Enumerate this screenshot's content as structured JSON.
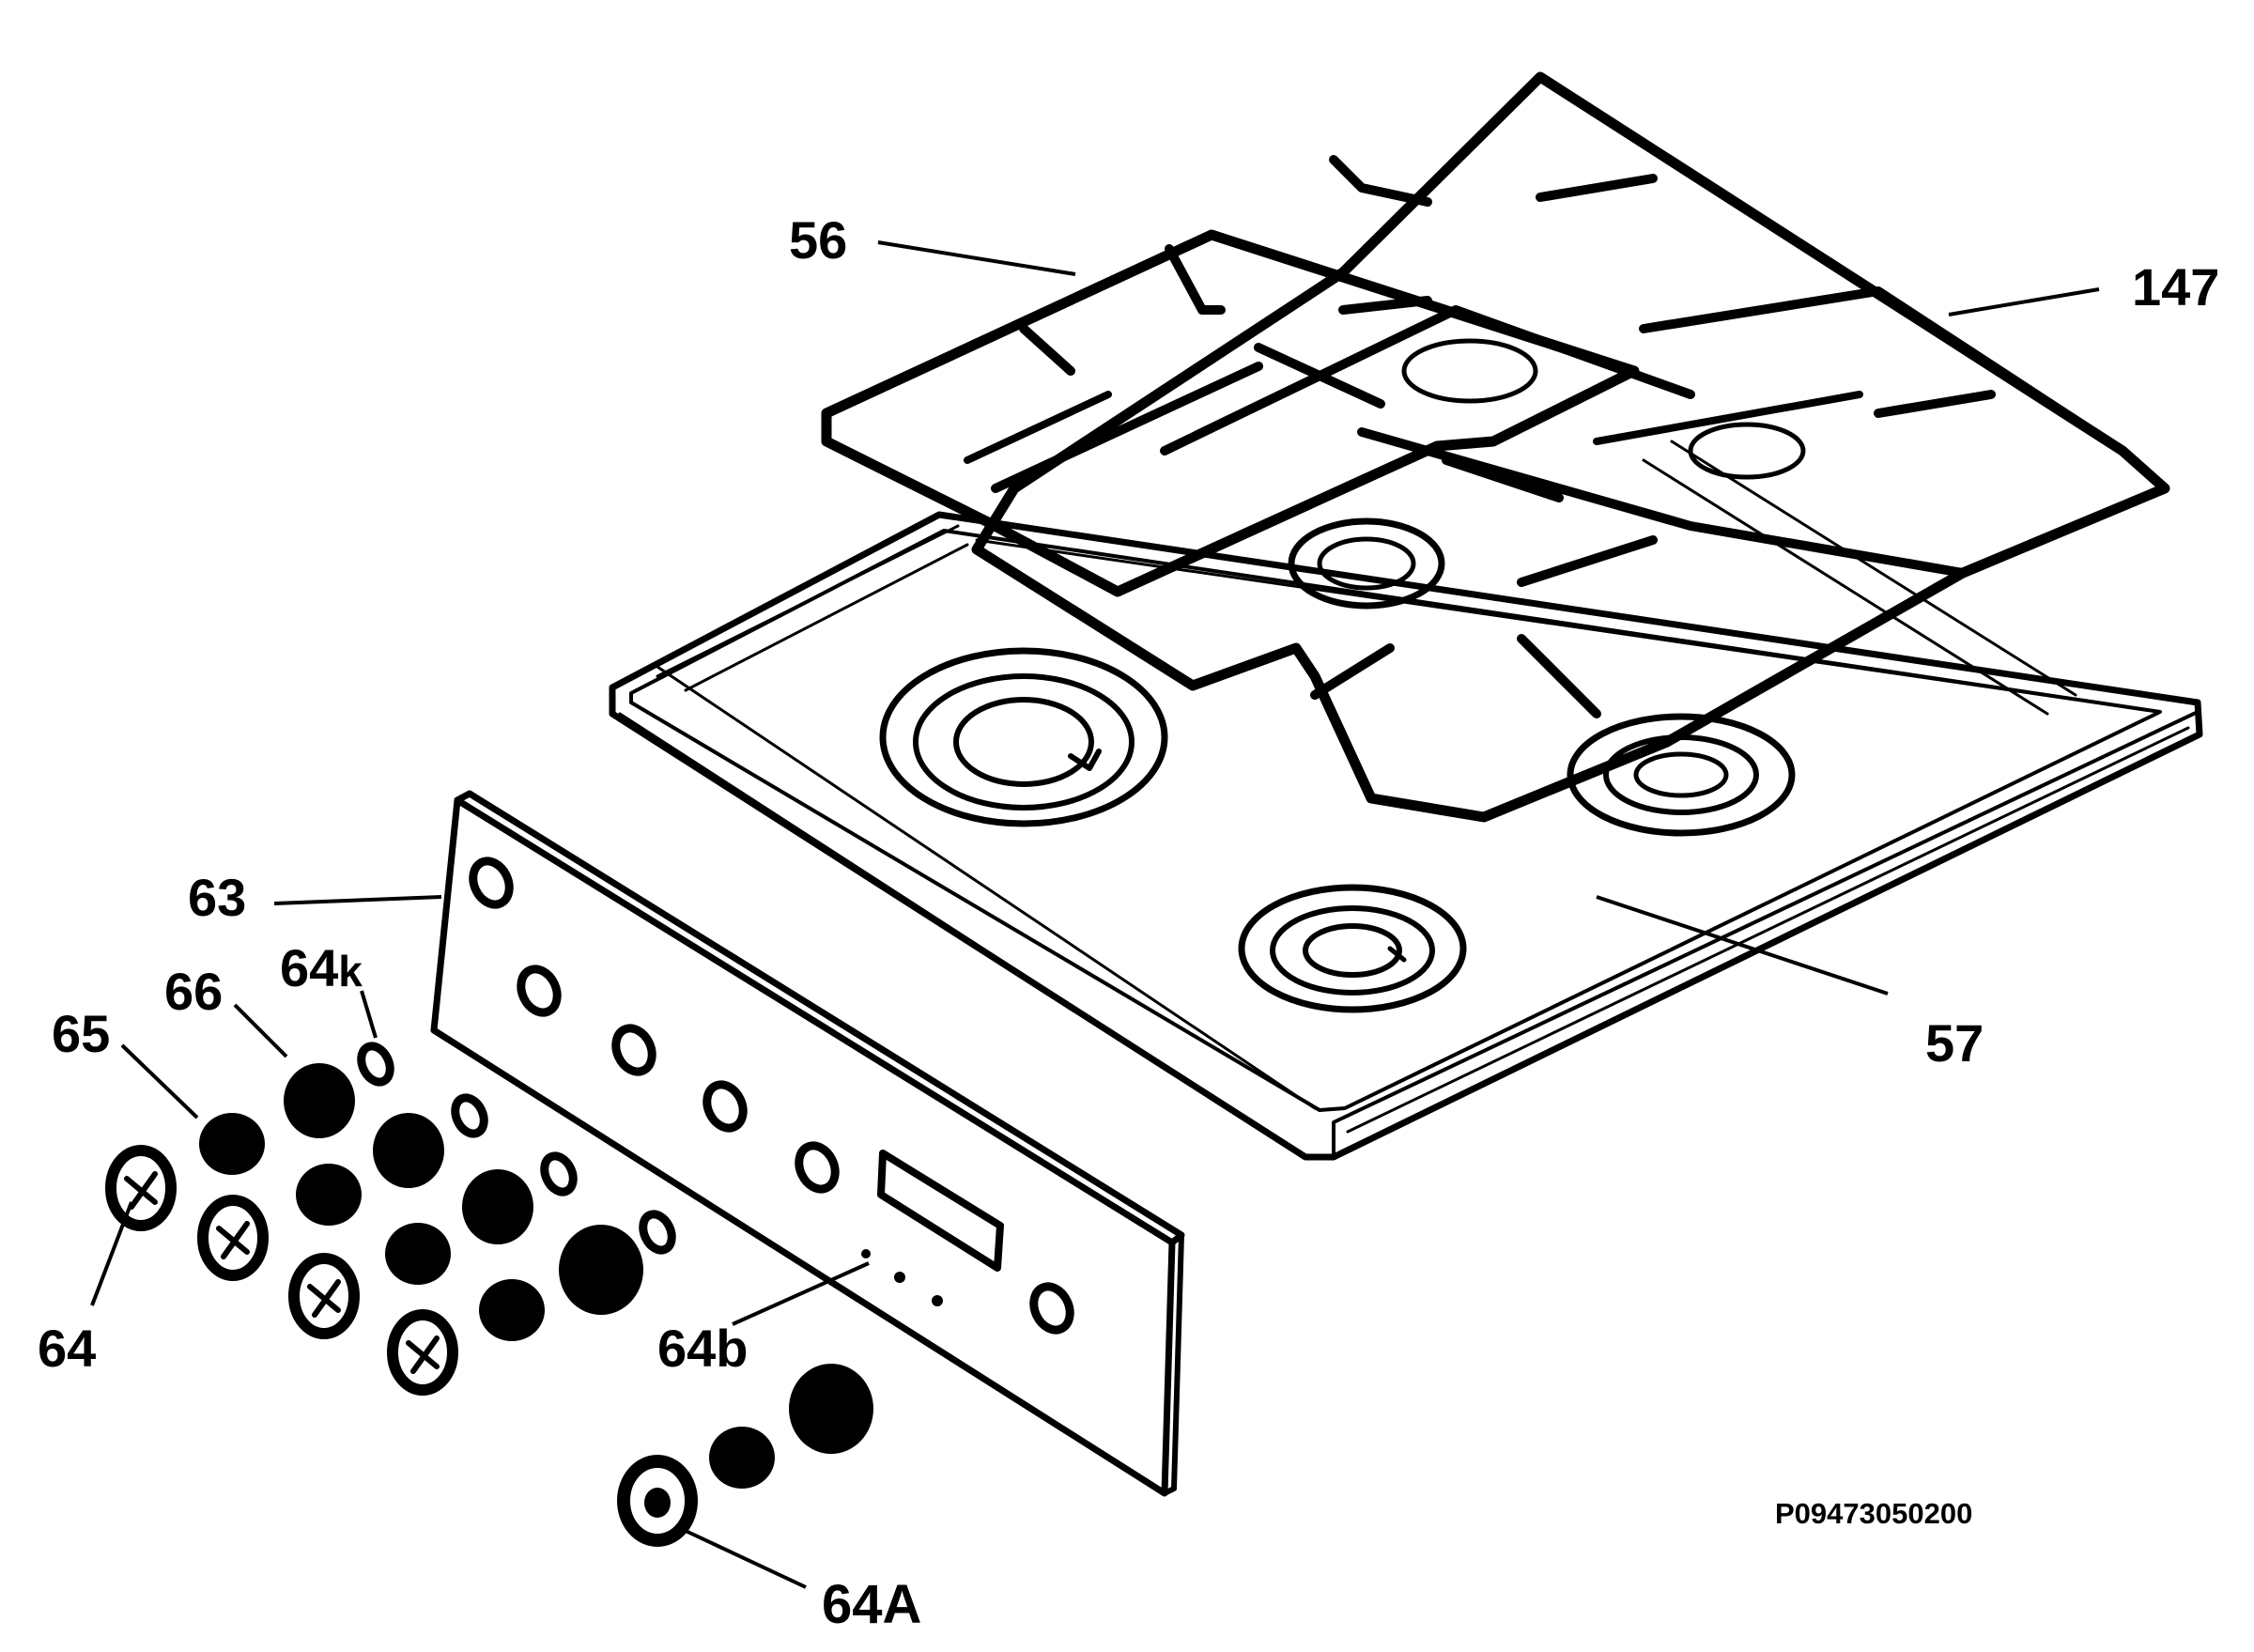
{
  "labels": {
    "l56": "56",
    "l147": "147",
    "l63": "63",
    "l57": "57",
    "l66": "66",
    "l64k_main": "64",
    "l64k_sub": "k",
    "l65": "65",
    "l64": "64",
    "l64b": "64b",
    "l64A": "64A"
  },
  "drawing_ref": "P09473050200"
}
